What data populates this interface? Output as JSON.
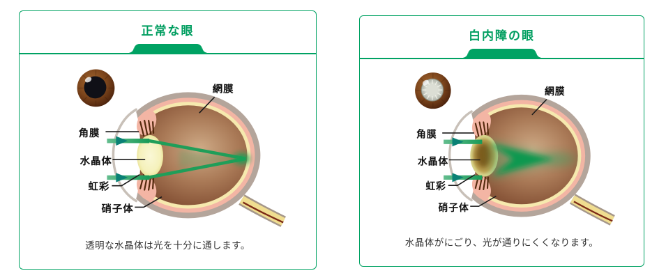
{
  "colors": {
    "accent_green": "#00a263",
    "title_green": "#009e60",
    "ray_green": "#1f9e59"
  },
  "panels": [
    {
      "title": "正常な眼",
      "labels": {
        "retina": "網膜",
        "cornea": "角膜",
        "lens": "水晶体",
        "iris": "虹彩",
        "vitreous": "硝子体"
      },
      "caption": "透明な水晶体は光を十分に通します。"
    },
    {
      "title": "白内障の眼",
      "labels": {
        "retina": "網膜",
        "cornea": "角膜",
        "lens": "水晶体",
        "iris": "虹彩",
        "vitreous": "硝子体"
      },
      "caption": "水晶体がにごり、光が通りにくくなります。"
    }
  ]
}
